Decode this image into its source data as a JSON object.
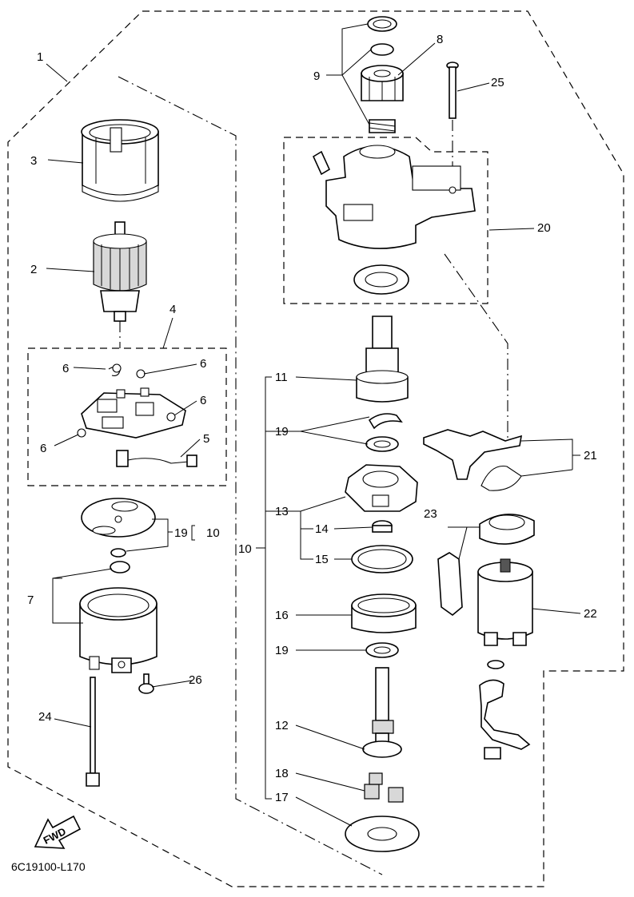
{
  "diagram_code": "6C19100-L170",
  "fwd_label": "FWD",
  "callouts": {
    "c1": "1",
    "c2": "2",
    "c3": "3",
    "c4": "4",
    "c5": "5",
    "c6a": "6",
    "c6b": "6",
    "c6c": "6",
    "c6d": "6",
    "c7": "7",
    "c8": "8",
    "c9": "9",
    "c10": "10",
    "c10b": "10",
    "c11": "11",
    "c12": "12",
    "c13": "13",
    "c14": "14",
    "c15": "15",
    "c16": "16",
    "c17": "17",
    "c18": "18",
    "c19a": "19",
    "c19b": "19",
    "c19c": "19",
    "c20": "20",
    "c21": "21",
    "c22": "22",
    "c23": "23",
    "c24": "24",
    "c25": "25",
    "c26": "26"
  }
}
